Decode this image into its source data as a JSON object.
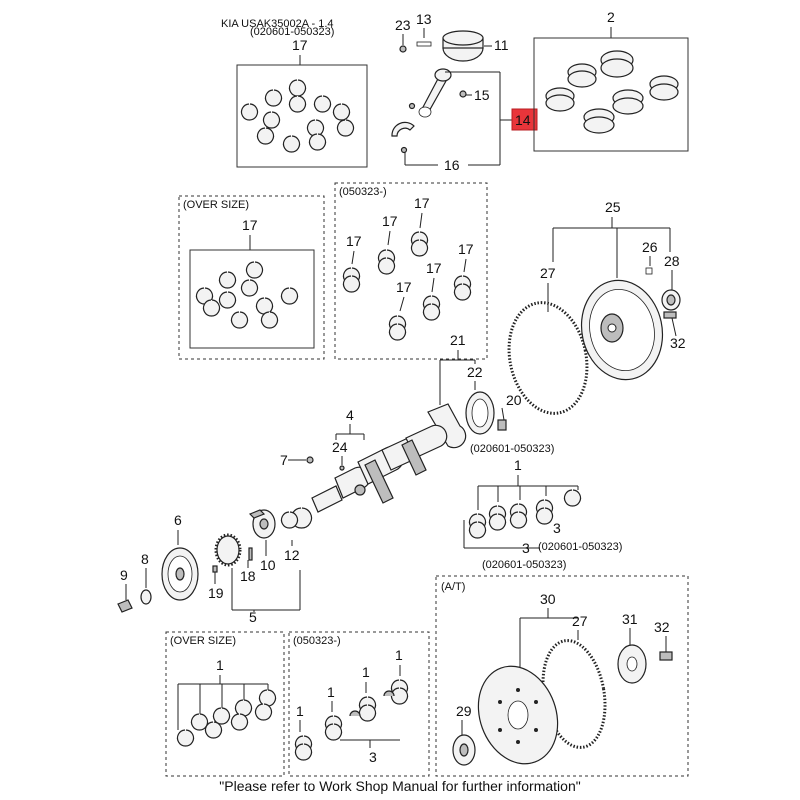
{
  "header": {
    "model_code": "KIA USAK35002A - 1.4",
    "date_range": "(020601-050323)"
  },
  "groups": {
    "over_size_upper": "(OVER SIZE)",
    "range_upper": "(050323-)",
    "at": "(A/T)",
    "over_size_lower": "(OVER SIZE)",
    "range_lower": "(050323-)",
    "date_range_a": "(020601-050323)",
    "date_range_b": "(020601-050323)",
    "date_range_c": "(020601-050323)"
  },
  "callouts": {
    "n1": "1",
    "n2": "2",
    "n3": "3",
    "n4": "4",
    "n5": "5",
    "n6": "6",
    "n7": "7",
    "n8": "8",
    "n9": "9",
    "n10": "10",
    "n11": "11",
    "n12": "12",
    "n13": "13",
    "n14": "14",
    "n15": "15",
    "n16": "16",
    "n17": "17",
    "n18": "18",
    "n19": "19",
    "n20": "20",
    "n21": "21",
    "n22": "22",
    "n23": "23",
    "n24": "24",
    "n25": "25",
    "n26": "26",
    "n27": "27",
    "n28": "28",
    "n29": "29",
    "n30": "30",
    "n31": "31",
    "n32": "32"
  },
  "highlight_color": "#e8353a",
  "footer": "\"Please refer to Work Shop Manual for further information\""
}
